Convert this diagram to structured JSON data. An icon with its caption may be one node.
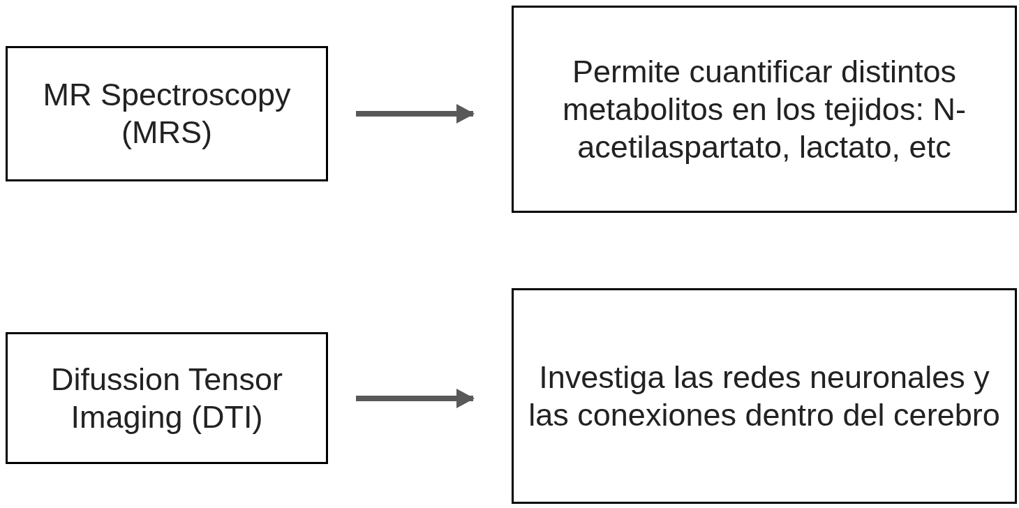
{
  "diagram": {
    "nodes": [
      {
        "text": [
          "MR Spectroscopy (MRS)"
        ]
      },
      {
        "text": [
          "Permite cuantificar distintos metabolitos en los tejidos: N-acetilaspartato, lactato, etc"
        ]
      },
      {
        "text": [
          "Difussion Tensor Imaging (DTI)"
        ]
      },
      {
        "text": [
          "Investiga las redes neuronales y las conexiones dentro del cerebro"
        ]
      }
    ],
    "edges": [
      {
        "from": 0,
        "to": 1,
        "arrow": "to"
      },
      {
        "from": 2,
        "to": 3,
        "arrow": "to"
      }
    ]
  }
}
